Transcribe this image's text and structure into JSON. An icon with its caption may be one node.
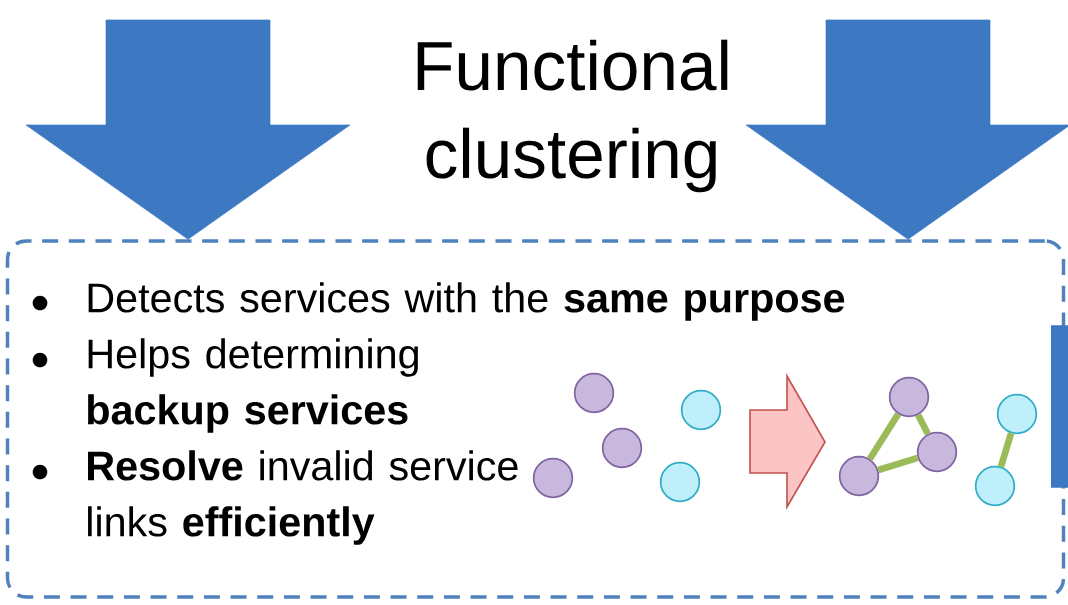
{
  "diagram": {
    "title": "Functional clustering",
    "nodes": [
      {
        "text": [
          "Detects services with the **same purpose**",
          "Helps determining **backup services**",
          "**Resolve** invalid service links **efficiently**"
        ]
      },
      {
        "text": [],
        "shape": "circle",
        "in": 0
      },
      {
        "text": [],
        "shape": "circle",
        "in": 0
      },
      {
        "text": [],
        "shape": "circle",
        "in": 0
      },
      {
        "text": [],
        "shape": "circle",
        "in": 0
      },
      {
        "text": [],
        "shape": "circle",
        "in": 0
      },
      {
        "text": [],
        "shape": "circle",
        "in": 0
      },
      {
        "text": [],
        "shape": "circle",
        "in": 0
      },
      {
        "text": [],
        "shape": "circle",
        "in": 0
      },
      {
        "text": [],
        "shape": "circle",
        "in": 0
      },
      {
        "text": [],
        "shape": "circle",
        "in": 0
      },
      {
        "text": [],
        "shape": "bar"
      }
    ],
    "edges": [
      {
        "from": null,
        "to": 0,
        "arrow": "to",
        "style": "thick",
        "color": "#3d78c3"
      },
      {
        "from": null,
        "to": 0,
        "arrow": "to",
        "style": "thick",
        "color": "#3d78c3"
      },
      {
        "from": 6,
        "to": 7,
        "arrow": "none",
        "color": "#9bbb59"
      },
      {
        "from": 7,
        "to": 8,
        "arrow": "none",
        "color": "#9bbb59"
      },
      {
        "from": 8,
        "to": 6,
        "arrow": "none",
        "color": "#9bbb59"
      },
      {
        "from": 9,
        "to": 10,
        "arrow": "none",
        "color": "#9bbb59"
      }
    ]
  }
}
